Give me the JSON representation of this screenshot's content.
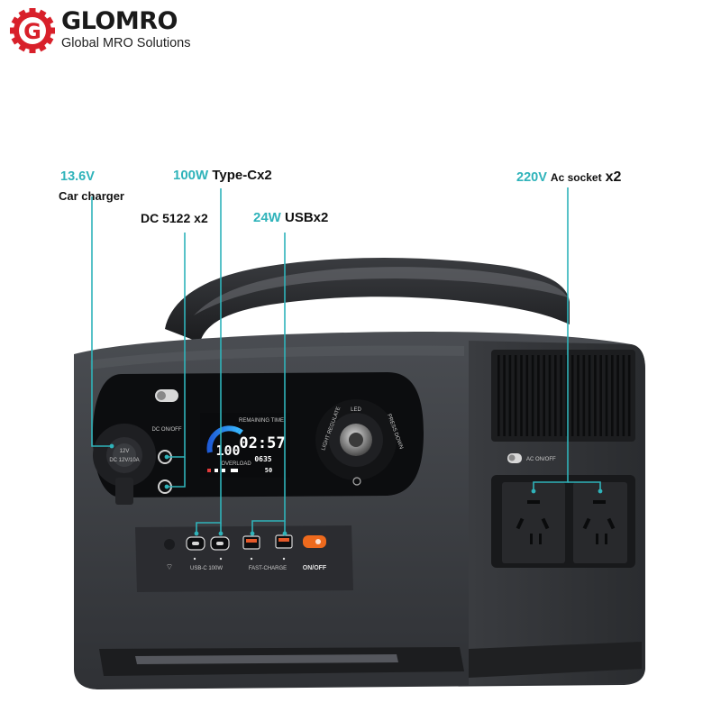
{
  "logo": {
    "brand": "GLOMRO",
    "tagline": "Global MRO Solutions",
    "mark_letter": "G",
    "brand_color": "#d8202a"
  },
  "callouts": {
    "car_charger": {
      "value": "13.6V",
      "label": "Car charger"
    },
    "dc": {
      "label": "DC 5122",
      "multiplier": "x2"
    },
    "type_c": {
      "value": "100W",
      "label": "Type-Cx2"
    },
    "usb": {
      "value": "24W",
      "label": "USBx2"
    },
    "ac": {
      "value": "220V",
      "label": "Ac socket",
      "multiplier": "x2"
    },
    "accent_color": "#2fb3ba"
  },
  "device": {
    "display": {
      "percent": "100",
      "time": "02:57",
      "time_caption": "REMAINING TIME",
      "watt_out": "0635",
      "watt_in": "50",
      "badge": "OVERLOAD"
    },
    "left_panel": {
      "dc_switch": "DC ON/OFF",
      "socket_caption": "DC 12V/10A"
    },
    "light_ring": {
      "top": "LED",
      "left": "LIGHT REGULATE",
      "right": "PRESS DOWN"
    },
    "port_labels": {
      "usbc": "USB-C 100W",
      "fast": "FAST-CHARGE",
      "power": "ON/OFF"
    },
    "ac_switch": "AC ON/OFF"
  }
}
